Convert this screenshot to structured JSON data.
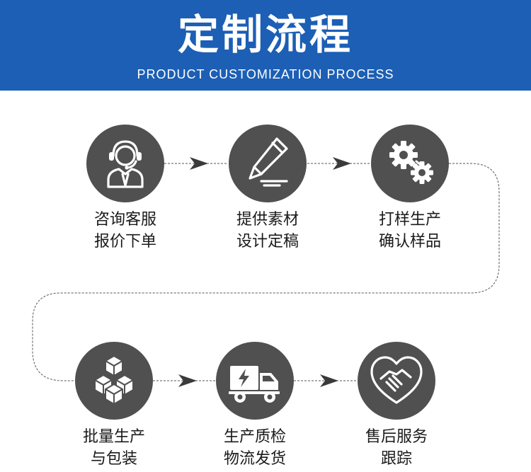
{
  "header": {
    "title": "定制流程",
    "subtitle": "PRODUCT CUSTOMIZATION PROCESS"
  },
  "colors": {
    "banner": "#1c5fb5",
    "circle": "#505050",
    "icon": "#ffffff",
    "connector": "#555555"
  },
  "steps": [
    {
      "icon": "customer-service-icon",
      "line1": "咨询客服",
      "line2": "报价下单"
    },
    {
      "icon": "pen-icon",
      "line1": "提供素材",
      "line2": "设计定稿"
    },
    {
      "icon": "gears-icon",
      "line1": "打样生产",
      "line2": "确认样品"
    },
    {
      "icon": "boxes-icon",
      "line1": "批量生产",
      "line2": "与包装"
    },
    {
      "icon": "truck-icon",
      "line1": "生产质检",
      "line2": "物流发货"
    },
    {
      "icon": "handshake-heart-icon",
      "line1": "售后服务",
      "line2": "跟踪"
    }
  ]
}
